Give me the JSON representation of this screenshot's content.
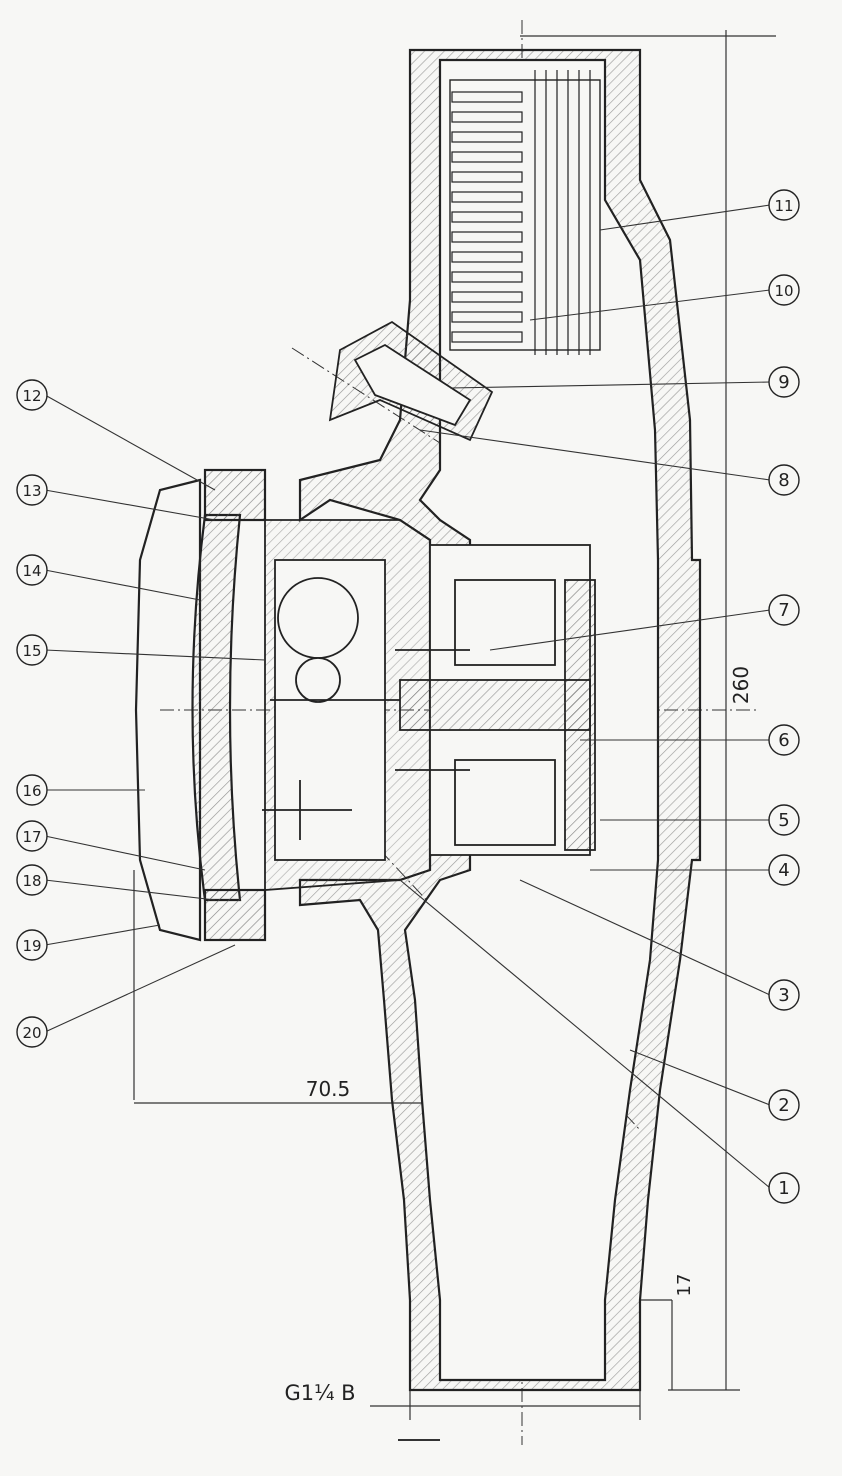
{
  "drawing": {
    "callouts": [
      {
        "num": "1"
      },
      {
        "num": "2"
      },
      {
        "num": "3"
      },
      {
        "num": "4"
      },
      {
        "num": "5"
      },
      {
        "num": "6"
      },
      {
        "num": "7"
      },
      {
        "num": "8"
      },
      {
        "num": "9"
      },
      {
        "num": "10"
      },
      {
        "num": "11"
      },
      {
        "num": "12"
      },
      {
        "num": "13"
      },
      {
        "num": "14"
      },
      {
        "num": "15"
      },
      {
        "num": "16"
      },
      {
        "num": "17"
      },
      {
        "num": "18"
      },
      {
        "num": "19"
      },
      {
        "num": "20"
      }
    ],
    "dimensions": {
      "overall_length": "260",
      "height": "70.5",
      "port_offset": "17",
      "thread": "G1¼ B"
    }
  },
  "colors": {
    "ink": "#2a2a2a",
    "paper": "#f7f7f5",
    "hatch": "#555555"
  }
}
